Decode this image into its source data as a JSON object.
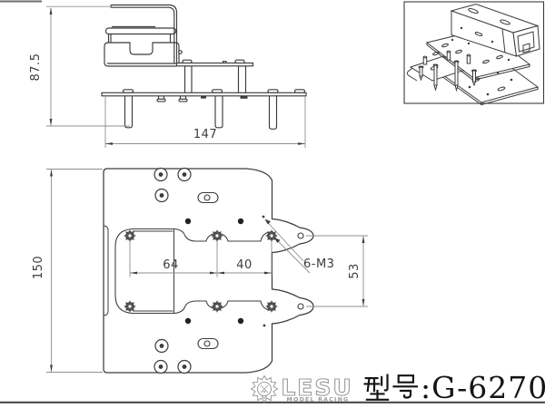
{
  "footer": {
    "brand": "LESU",
    "brand_sub": "MODEL RACING",
    "model_label": "型号:G-6270",
    "model_prefix": "型号",
    "model_suffix": ":G-6270"
  },
  "views": {
    "side_view": {
      "name": "side elevation view",
      "height_dim": "87.5",
      "width_dim": "147"
    },
    "plan_view": {
      "name": "plan view",
      "height_dim": "150",
      "dim_left": "64",
      "dim_right": "40",
      "dim_ear": "53",
      "thread_callout": "6-M3"
    },
    "iso_view": {
      "name": "isometric assembly view"
    }
  },
  "colors": {
    "part_line": "#3c3c3c",
    "dim_line": "#8f8f8f",
    "dim_text": "#3c3c3c",
    "logo": "#9b9b9b",
    "model_text": "#141414",
    "background": "#ffffff"
  }
}
